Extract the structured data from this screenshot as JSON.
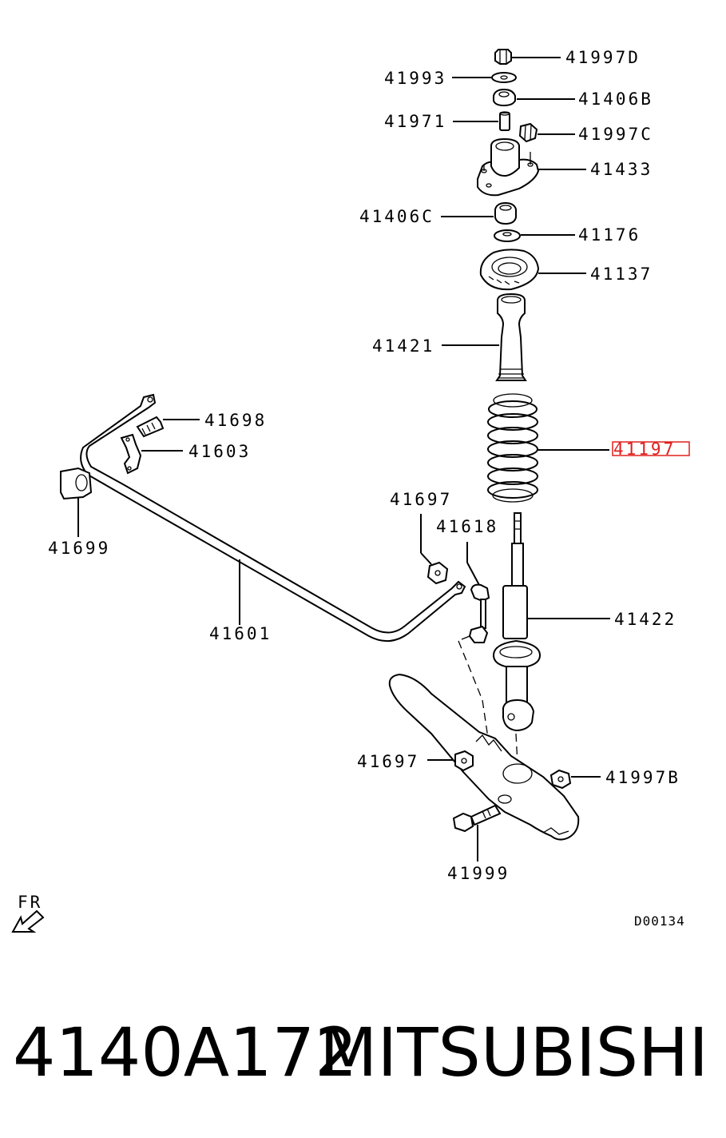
{
  "diagram": {
    "callouts": {
      "p41997D": "41997D",
      "p41993": "41993",
      "p41406B": "41406B",
      "p41971": "41971",
      "p41997C": "41997C",
      "p41433": "41433",
      "p41406C": "41406C",
      "p41176": "41176",
      "p41137": "41137",
      "p41421": "41421",
      "p41698": "41698",
      "p41603": "41603",
      "p41197": "41197",
      "p41697_upper": "41697",
      "p41618": "41618",
      "p41699": "41699",
      "p41422": "41422",
      "p41601": "41601",
      "p41697_lower": "41697",
      "p41997B": "41997B",
      "p41999": "41999"
    },
    "highlighted_part": "41197",
    "highlight_color": "#e0201f",
    "direction_label": "FR",
    "diagram_code": "D00134"
  },
  "footer": {
    "part_number": "4140A172",
    "brand": "MITSUBISHI"
  }
}
